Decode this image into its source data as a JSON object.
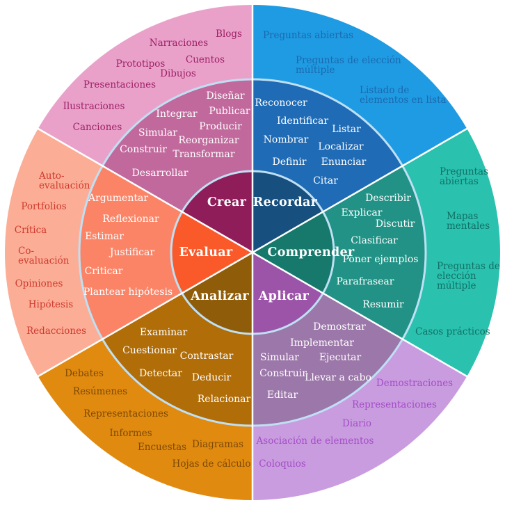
{
  "wheel": {
    "kind": "bloom-taxonomy-wheel",
    "sectors": [
      {
        "name": "Recordar",
        "colors": {
          "center": "#174F7E",
          "middle": "#1F6BB5",
          "outer": "#1F9BE3",
          "outer_text": "#1A69AE"
        },
        "verbs": [
          "Reconocer",
          "Identificar",
          "Listar",
          "Nombrar",
          "Localizar",
          "Definir",
          "Enunciar",
          "Citar"
        ],
        "activities": [
          [
            "Preguntas abiertas"
          ],
          [
            "Preguntas de elección",
            "múltiple"
          ],
          [
            "Listado de",
            "elementos en lista"
          ]
        ]
      },
      {
        "name": "Comprender",
        "colors": {
          "center": "#17786C",
          "middle": "#219285",
          "outer": "#2AC1AE",
          "outer_text": "#117065"
        },
        "verbs": [
          "Describir",
          "Explicar",
          "Discutir",
          "Clasificar",
          "Poner ejemplos",
          "Parafrasear",
          "Resumir"
        ],
        "activities": [
          [
            "Preguntas",
            "abiertas"
          ],
          [
            "Mapas",
            "mentales"
          ],
          [
            "Preguntas de",
            "elección",
            "múltiple"
          ],
          [
            "Casos prácticos"
          ]
        ]
      },
      {
        "name": "Aplicar",
        "colors": {
          "center": "#9B54A8",
          "middle": "#9C77A9",
          "outer": "#C99CDF",
          "outer_text": "#A44DC6"
        },
        "verbs": [
          "Demostrar",
          "Implementar",
          "Simular",
          "Ejecutar",
          "Construir",
          "Llevar a cabo",
          "Editar"
        ],
        "activities": [
          [
            "Demostraciones"
          ],
          [
            "Representaciones"
          ],
          [
            "Diario"
          ],
          [
            "Asociación de elementos"
          ],
          [
            "Coloquios"
          ]
        ]
      },
      {
        "name": "Analizar",
        "colors": {
          "center": "#8F5C0A",
          "middle": "#B06D08",
          "outer": "#E18A10",
          "outer_text": "#7D4A04"
        },
        "verbs": [
          "Examinar",
          "Cuestionar",
          "Contrastar",
          "Detectar",
          "Deducir",
          "Relacionar"
        ],
        "activities": [
          [
            "Debates"
          ],
          [
            "Resúmenes"
          ],
          [
            "Representaciones"
          ],
          [
            "Informes"
          ],
          [
            "Encuestas"
          ],
          [
            "Diagramas"
          ],
          [
            "Hojas de cálculo"
          ]
        ]
      },
      {
        "name": "Evaluar",
        "colors": {
          "center": "#FA5A2A",
          "middle": "#FB8467",
          "outer": "#FCAD96",
          "outer_text": "#CF3A2E"
        },
        "verbs": [
          "Argumentar",
          "Reflexionar",
          "Estimar",
          "Justificar",
          "Criticar",
          "Plantear hipótesis"
        ],
        "activities": [
          [
            "Auto-",
            "evaluación"
          ],
          [
            "Portfolios"
          ],
          [
            "Crítica"
          ],
          [
            "Co-",
            "evaluación"
          ],
          [
            "Opiniones"
          ],
          [
            "Hipótesis"
          ],
          [
            "Redacciones"
          ]
        ]
      },
      {
        "name": "Crear",
        "colors": {
          "center": "#8E1D59",
          "middle": "#C1699C",
          "outer": "#E9A1CA",
          "outer_text": "#9E2166"
        },
        "verbs": [
          "Diseñar",
          "Publicar",
          "Integrar",
          "Producir",
          "Simular",
          "Reorganizar",
          "Construir",
          "Transformar",
          "Desarrollar"
        ],
        "activities": [
          [
            "Blogs"
          ],
          [
            "Narraciones"
          ],
          [
            "Cuentos"
          ],
          [
            "Prototipos"
          ],
          [
            "Dibujos"
          ],
          [
            "Presentaciones"
          ],
          [
            "Ilustraciones"
          ],
          [
            "Canciones"
          ]
        ]
      }
    ]
  }
}
